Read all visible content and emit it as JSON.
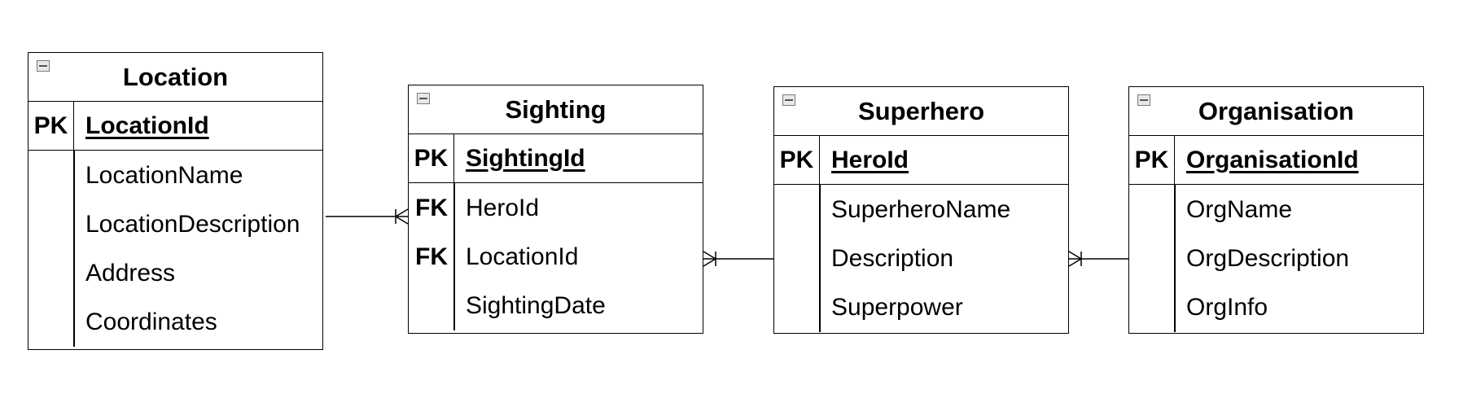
{
  "entities": {
    "location": {
      "title": "Location",
      "pk": {
        "key": "PK",
        "name": "LocationId"
      },
      "attributes": [
        {
          "key": "",
          "name": "LocationName"
        },
        {
          "key": "",
          "name": "LocationDescription"
        },
        {
          "key": "",
          "name": "Address"
        },
        {
          "key": "",
          "name": "Coordinates"
        }
      ]
    },
    "sighting": {
      "title": "Sighting",
      "pk": {
        "key": "PK",
        "name": "SightingId"
      },
      "attributes": [
        {
          "key": "FK",
          "name": "HeroId"
        },
        {
          "key": "FK",
          "name": "LocationId"
        },
        {
          "key": "",
          "name": "SightingDate"
        }
      ]
    },
    "superhero": {
      "title": "Superhero",
      "pk": {
        "key": "PK",
        "name": "HeroId"
      },
      "attributes": [
        {
          "key": "",
          "name": "SuperheroName"
        },
        {
          "key": "",
          "name": "Description"
        },
        {
          "key": "",
          "name": "Superpower"
        }
      ]
    },
    "organisation": {
      "title": "Organisation",
      "pk": {
        "key": "PK",
        "name": "OrganisationId"
      },
      "attributes": [
        {
          "key": "",
          "name": "OrgName"
        },
        {
          "key": "",
          "name": "OrgDescription"
        },
        {
          "key": "",
          "name": "OrgInfo"
        }
      ]
    }
  },
  "relationships": [
    {
      "from": "location",
      "to": "sighting",
      "cardinality": "one-to-many"
    },
    {
      "from": "superhero",
      "to": "sighting",
      "cardinality": "one-to-many"
    },
    {
      "from": "organisation",
      "to": "superhero",
      "cardinality": "one-to-many"
    }
  ]
}
